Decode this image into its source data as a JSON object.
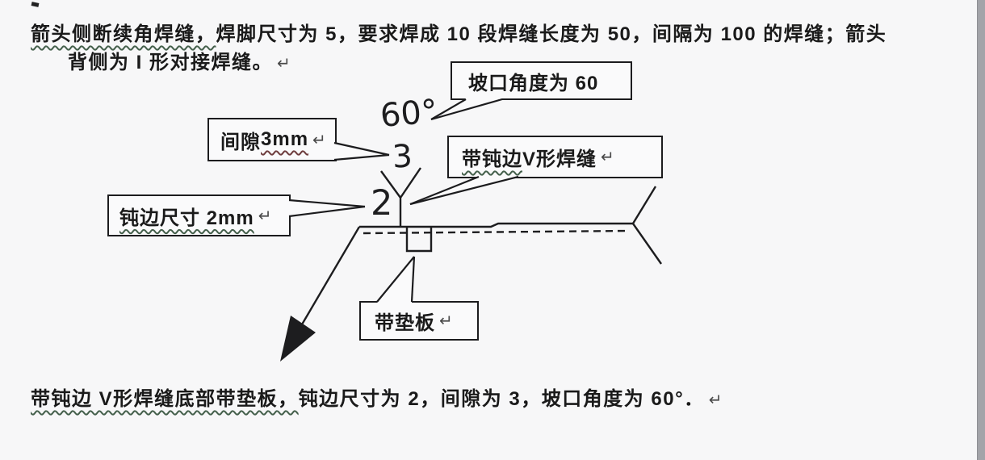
{
  "colors": {
    "background": "#f7f7f8",
    "line": "#1d1d1f",
    "box_border": "#1c1c1e",
    "box_fill": "#fafafb",
    "grammar_squiggle": "#45604c",
    "spelling_squiggle": "#6e3d3d",
    "window_edge": "#a3a4a9",
    "return_mark": "#4a4a4a"
  },
  "paragraphs": {
    "top_line1_marked": "箭头侧断续角焊缝，",
    "top_line1_rest": "焊脚尺寸为 5，要求焊成 10 段焊缝长度为 50，间隔为 100 的焊缝；箭头",
    "top_line2": "背侧为 I 形对接焊缝。",
    "bottom_marked": "带钝边 V形焊缝底部带垫板，",
    "bottom_rest": "钝边尺寸为 2，间隙为 3，坡口角度为 60°．",
    "return_mark": "↵"
  },
  "callouts": {
    "groove_angle": {
      "label": "坡口角度为 60"
    },
    "gap": {
      "prefix": "间隙 ",
      "value": "3mm"
    },
    "v_weld": {
      "marked": "带钝边",
      "rest": " V形焊缝"
    },
    "root_face": {
      "label": "钝边尺寸 2mm"
    },
    "backing": {
      "label": "带垫板"
    }
  },
  "diagram": {
    "angle_value": "60°",
    "gap_value": "3",
    "root_face_value": "2"
  }
}
